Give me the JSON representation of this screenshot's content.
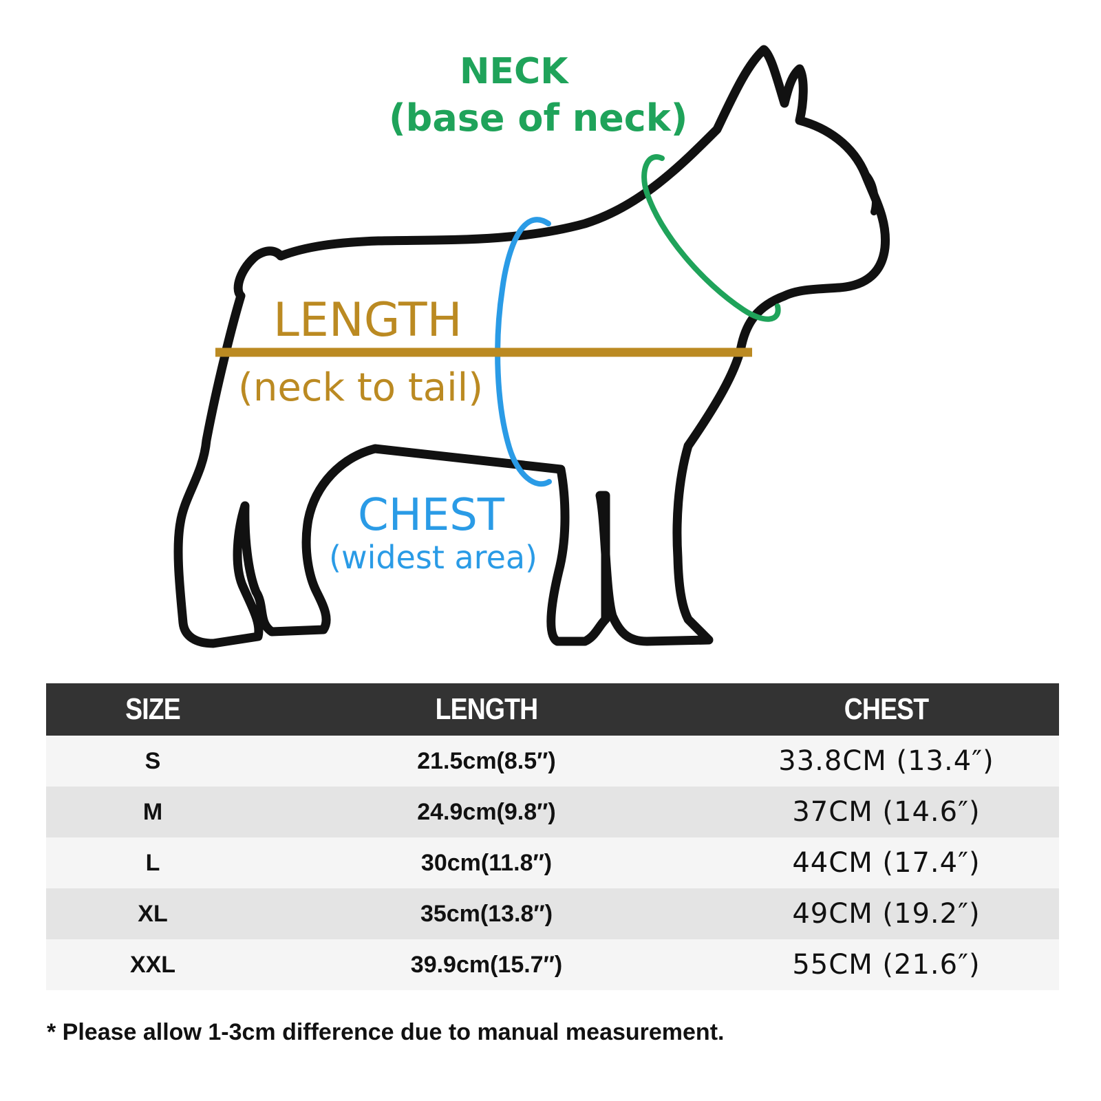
{
  "colors": {
    "neck": "#1fa35a",
    "length": "#bb8a22",
    "chest": "#2a9be6",
    "outline": "#111111",
    "header_bg": "#333333",
    "row_light": "#f5f5f5",
    "row_dark": "#e4e4e4"
  },
  "diagram": {
    "subject": "dog-outline-icon",
    "neck": {
      "title": "NECK",
      "subtitle": "(base of neck)"
    },
    "length": {
      "title": "LENGTH",
      "subtitle": "(neck to tail)"
    },
    "chest": {
      "title": "CHEST",
      "subtitle": "(widest area)"
    }
  },
  "table": {
    "headers": [
      "SIZE",
      "LENGTH",
      "CHEST"
    ],
    "rows": [
      {
        "size": "S",
        "length": "21.5cm(8.5″)",
        "chest": "33.8CM (13.4″)"
      },
      {
        "size": "M",
        "length": "24.9cm(9.8″)",
        "chest": "37CM (14.6″)"
      },
      {
        "size": "L",
        "length": "30cm(11.8″)",
        "chest": "44CM (17.4″)"
      },
      {
        "size": "XL",
        "length": "35cm(13.8″)",
        "chest": "49CM (19.2″)"
      },
      {
        "size": "XXL",
        "length": "39.9cm(15.7″)",
        "chest": "55CM (21.6″)"
      }
    ]
  },
  "note": "* Please allow 1-3cm difference due to manual measurement."
}
